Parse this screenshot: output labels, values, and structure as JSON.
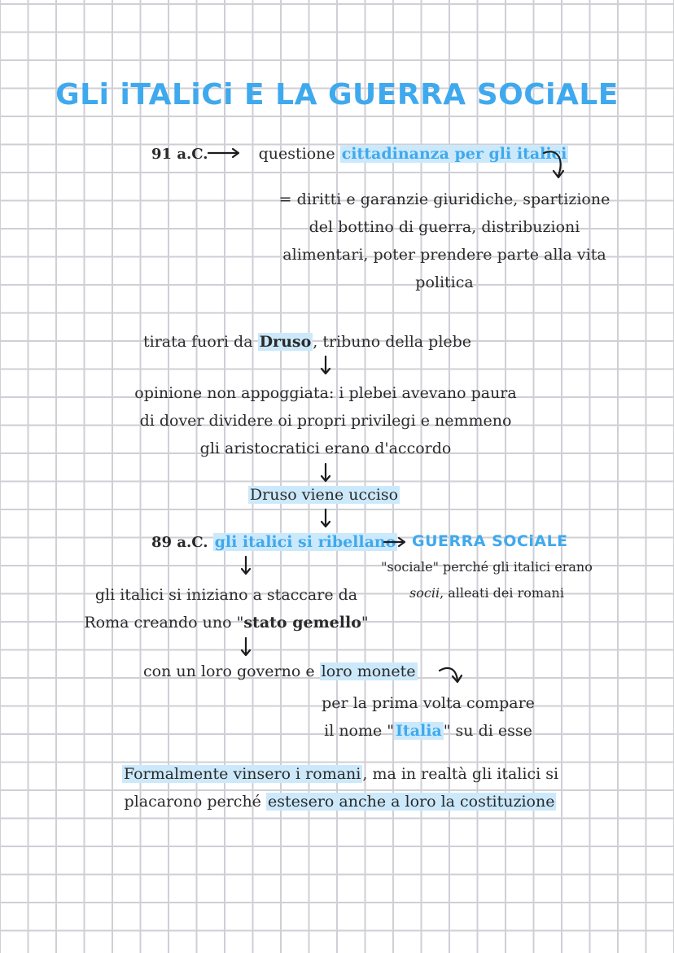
{
  "title": "GLi iTALiCi E LA GUERRA SOCiALE",
  "line1": {
    "date": "91 a.C.",
    "text": "questione",
    "highlight": "cittadinanza per gli italici"
  },
  "rights": {
    "l1": "= diritti e garanzie giuridiche, spartizione",
    "l2": "del bottino di guerra, distribuzioni",
    "l3": "alimentari, poter prendere parte alla vita",
    "l4": "politica"
  },
  "druso": {
    "pre": "tirata fuori da",
    "name": "Druso",
    "post": ", tribuno della plebe"
  },
  "opinion": {
    "l1": "opinione non appoggiata: i plebei avevano paura",
    "l2": "di dover dividere oi propri privilegi e nemmeno",
    "l3": "gli aristocratici erano d'accordo"
  },
  "killed": "Druso viene ucciso",
  "rebellion": {
    "date": "89 a.C.",
    "text": "gli italici si ribellano",
    "war": "GUERRA SOCiALE"
  },
  "social_note": {
    "l1": "\"sociale\" perché gli italici erano",
    "socii": "socii",
    "l2_rest": ", alleati dei romani"
  },
  "detach": {
    "l1": "gli italici si iniziano a staccare da",
    "l2_pre": "Roma creando uno \"",
    "twin": "stato gemello",
    "l2_post": "\""
  },
  "government": {
    "pre": "con un loro governo e",
    "coins": "loro monete"
  },
  "italia": {
    "l1": "per la prima volta compare",
    "pre": "il nome \"",
    "name": "Italia",
    "post": "\" su di esse"
  },
  "conclusion": {
    "hl1": "Formalmente vinsero i romani",
    "rest1": ", ma in realtà gli italici si",
    "pre2": "placarono perché",
    "hl2": "estesero anche a loro la costituzione"
  }
}
